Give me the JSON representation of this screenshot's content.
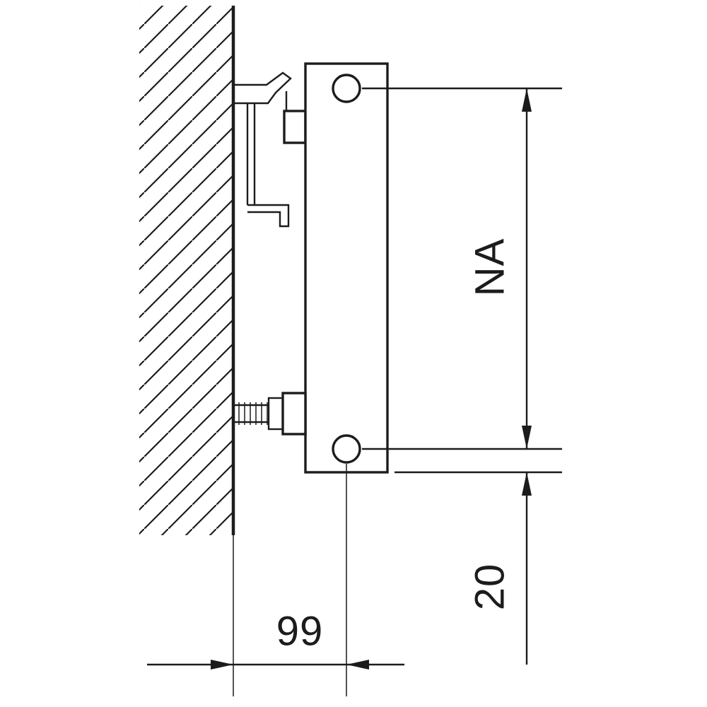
{
  "drawing": {
    "type": "technical-drawing",
    "subject": "radiator-side-view-with-wall-mounting-bracket",
    "background_color": "#ffffff",
    "ink_color": "#1c1c1c",
    "dimensions": {
      "hub_distance": {
        "label": "NA",
        "orientation": "vertical"
      },
      "axis_to_bottom_edge": {
        "label": "20",
        "orientation": "vertical"
      },
      "wall_to_connection_axis": {
        "label": "99",
        "orientation": "horizontal"
      }
    }
  }
}
